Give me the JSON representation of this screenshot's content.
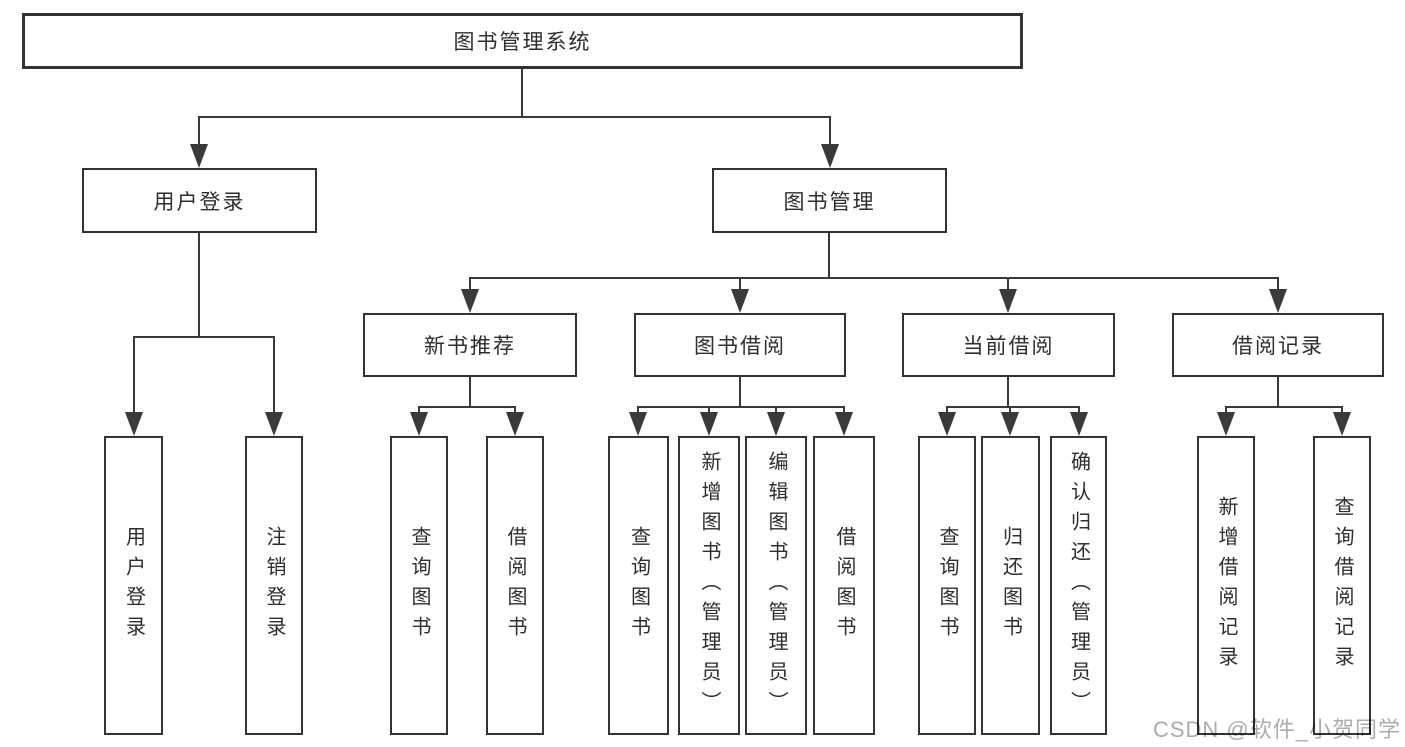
{
  "tree": {
    "root": {
      "label": "图书管理系统"
    },
    "user_login": {
      "label": "用户登录",
      "children": [
        {
          "label": "用户登录"
        },
        {
          "label": "注销登录"
        }
      ]
    },
    "book_mgmt": {
      "label": "图书管理"
    },
    "new_book_rec": {
      "label": "新书推荐",
      "children": [
        {
          "label": "查询图书"
        },
        {
          "label": "借阅图书"
        }
      ]
    },
    "book_borrow": {
      "label": "图书借阅",
      "children": [
        {
          "label": "查询图书"
        },
        {
          "label": "新增图书（管理员）"
        },
        {
          "label": "编辑图书（管理员）"
        },
        {
          "label": "借阅图书"
        }
      ]
    },
    "current_borrow": {
      "label": "当前借阅",
      "children": [
        {
          "label": "查询图书"
        },
        {
          "label": "归还图书"
        },
        {
          "label": "确认归还（管理员）"
        }
      ]
    },
    "borrow_records": {
      "label": "借阅记录",
      "children": [
        {
          "label": "新增借阅记录"
        },
        {
          "label": "查询借阅记录"
        }
      ]
    }
  },
  "colors": {
    "line": "#3a3a3a",
    "border": "#333333",
    "text": "#2e2e2e"
  },
  "watermark": {
    "text": "CSDN @软件_小贺同学"
  }
}
